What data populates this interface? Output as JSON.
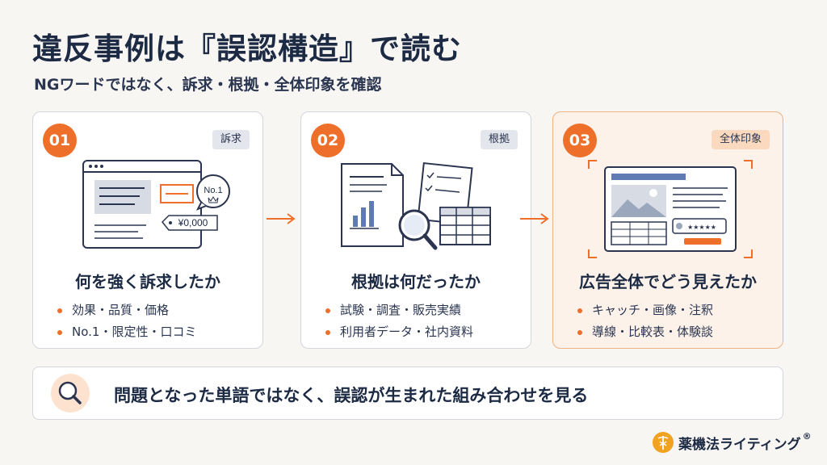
{
  "header": {
    "title": "違反事例は『誤認構造』で読む",
    "subtitle": "NGワードではなく、訴求・根拠・全体印象を確認"
  },
  "steps": [
    {
      "number": "01",
      "tag": "訴求",
      "heading": "何を強く訴求したか",
      "bullets": [
        "効果・品質・価格",
        "No.1・限定性・口コミ"
      ],
      "illustration": {
        "badge": "No.1",
        "price": "¥0,000"
      }
    },
    {
      "number": "02",
      "tag": "根拠",
      "heading": "根拠は何だったか",
      "bullets": [
        "試験・調査・販売実績",
        "利用者データ・社内資料"
      ]
    },
    {
      "number": "03",
      "tag": "全体印象",
      "heading": "広告全体でどう見えたか",
      "bullets": [
        "キャッチ・画像・注釈",
        "導線・比較表・体験談"
      ]
    }
  ],
  "footer_message": "問題となった単語ではなく、誤認が生まれた組み合わせを見る",
  "brand": {
    "name": "薬機法ライティング",
    "mark": "®"
  },
  "colors": {
    "accent": "#ee6f2a",
    "navy": "#1c2a44",
    "highlight_card_bg": "#fdf2ea",
    "highlight_card_border": "#efb283"
  }
}
